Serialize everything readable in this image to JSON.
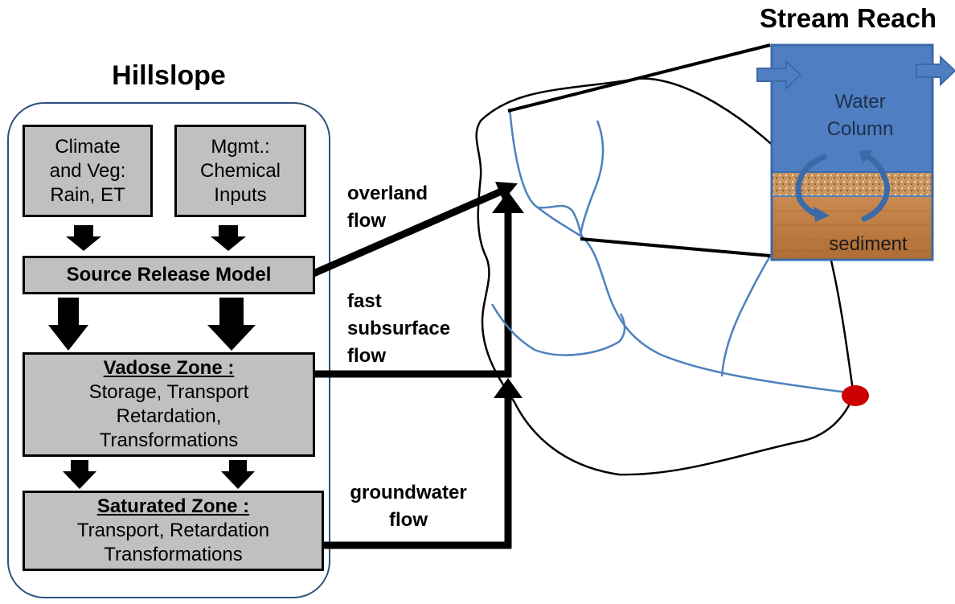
{
  "hillslope": {
    "title": "Hillslope",
    "climate_box": {
      "lines": [
        "Climate",
        "and Veg:",
        "Rain, ET"
      ]
    },
    "mgmt_box": {
      "lines": [
        "Mgmt.:",
        "Chemical",
        "Inputs"
      ]
    },
    "source_release_box": {
      "label": "Source Release Model"
    },
    "vadose_box": {
      "heading": "Vadose Zone :",
      "lines": [
        "Storage, Transport",
        "Retardation,",
        "Transformations"
      ]
    },
    "saturated_box": {
      "heading": "Saturated  Zone  :",
      "lines": [
        "Transport, Retardation",
        "Transformations"
      ]
    }
  },
  "flows": {
    "overland": [
      "overland",
      "flow"
    ],
    "fast_subsurface": [
      "fast",
      "subsurface",
      "flow"
    ],
    "groundwater": [
      "groundwater",
      "flow"
    ]
  },
  "stream_reach": {
    "title": "Stream Reach",
    "water_column": [
      "Water",
      "Column"
    ],
    "sediment": "sediment"
  },
  "colors": {
    "box_fill": "#c0c0c0",
    "hillslope_border": "#2e4f7f",
    "stream_blue": "#4f81bd",
    "water_fill": "#4f7fc2",
    "outlet_red": "#cc0000"
  }
}
